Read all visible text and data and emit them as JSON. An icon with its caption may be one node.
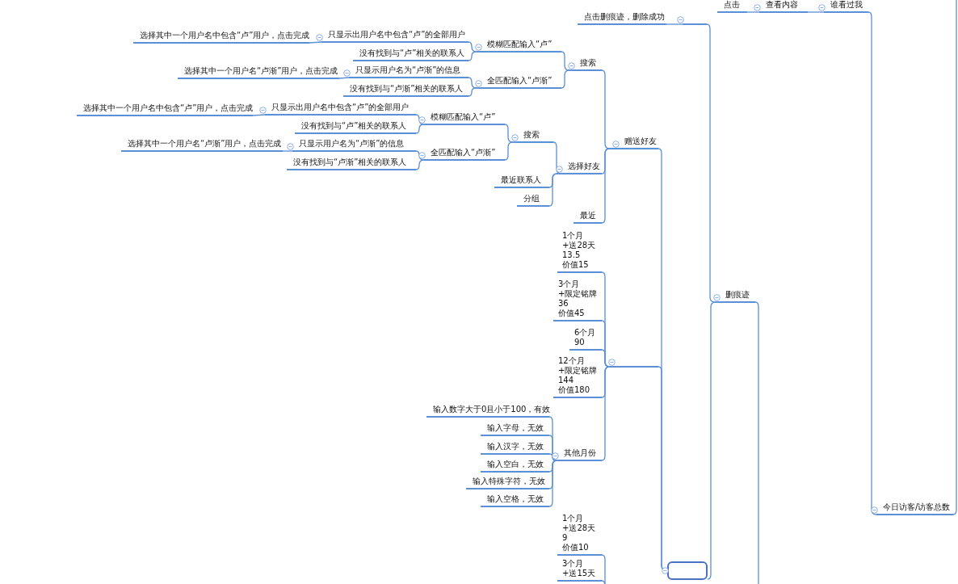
{
  "diagram": {
    "nodes": [
      {
        "text": [
          "谁看过我"
        ]
      },
      {
        "text": [
          "查看内容"
        ]
      },
      {
        "text": [
          "点击"
        ]
      },
      {
        "text": [
          "删痕迹"
        ]
      },
      {
        "text": [],
        "shape": "bar"
      },
      {
        "text": [
          "点击删痕迹，删除成功"
        ]
      },
      {
        "text": [],
        "shape": "box"
      },
      {
        "text": [
          "赠送好友"
        ]
      },
      {
        "text": [
          "搜索"
        ]
      },
      {
        "text": [
          "模糊匹配输入“卢”"
        ]
      },
      {
        "text": [
          "只显示出用户名中包含“卢”的全部用户"
        ]
      },
      {
        "text": [
          "选择其中一个用户名中包含“卢”用户，点击完成"
        ]
      },
      {
        "text": [
          "没有找到与“卢”相关的联系人"
        ]
      },
      {
        "text": [
          "全匹配输入“卢渐”"
        ]
      },
      {
        "text": [
          "只显示用户名为“卢渐”的信息"
        ]
      },
      {
        "text": [
          "选择其中一个用户名“卢渐”用户，点击完成"
        ]
      },
      {
        "text": [
          "没有找到与“卢渐”相关的联系人"
        ]
      },
      {
        "text": [
          "选择好友"
        ]
      },
      {
        "text": [
          "搜索"
        ]
      },
      {
        "text": [
          "模糊匹配输入“卢”"
        ]
      },
      {
        "text": [
          "只显示出用户名中包含“卢”的全部用户"
        ]
      },
      {
        "text": [
          "选择其中一个用户名中包含“卢”用户，点击完成"
        ]
      },
      {
        "text": [
          "没有找到与“卢”相关的联系人"
        ]
      },
      {
        "text": [
          "全匹配输入“卢渐”"
        ]
      },
      {
        "text": [
          "只显示用户名为“卢渐”的信息"
        ]
      },
      {
        "text": [
          "选择其中一个用户名“卢渐”用户，点击完成"
        ]
      },
      {
        "text": [
          "没有找到与“卢渐”相关的联系人"
        ]
      },
      {
        "text": [
          "最近联系人"
        ]
      },
      {
        "text": [
          "分组"
        ]
      },
      {
        "text": [
          "最近"
        ]
      },
      {
        "text": [],
        "shape": "bar"
      },
      {
        "text": [
          "1个月 +送28天 13.5 价值15"
        ]
      },
      {
        "text": [
          "3个月 +限定铭牌 36 价值45"
        ]
      },
      {
        "text": [
          "6个月 90"
        ]
      },
      {
        "text": [
          "12个月 +限定铭牌 144 价值180"
        ]
      },
      {
        "text": [
          "其他月份"
        ]
      },
      {
        "text": [
          "输入数字大于0且小于100，有效"
        ]
      },
      {
        "text": [
          "输入字母，无效"
        ]
      },
      {
        "text": [
          "输入汉字，无效"
        ]
      },
      {
        "text": [
          "输入空白，无效"
        ]
      },
      {
        "text": [
          "输入特殊字符，无效"
        ]
      },
      {
        "text": [
          "输入空格，无效"
        ]
      },
      {
        "text": [
          "1个月 +送28天 9 价值10"
        ]
      },
      {
        "text": [
          "3个月 +送15天"
        ]
      },
      {
        "text": [
          "今日访客/访客总数"
        ]
      }
    ],
    "edges": [
      {
        "from": 0,
        "to": 1,
        "arrow": "none"
      },
      {
        "from": 1,
        "to": 2,
        "arrow": "none"
      },
      {
        "from": 3,
        "to": 4,
        "arrow": "none"
      },
      {
        "from": 4,
        "to": 5,
        "arrow": "none"
      },
      {
        "from": 3,
        "to": 6,
        "arrow": "none"
      },
      {
        "from": 6,
        "to": 7,
        "arrow": "none"
      },
      {
        "from": 7,
        "to": 8,
        "arrow": "none"
      },
      {
        "from": 8,
        "to": 9,
        "arrow": "none"
      },
      {
        "from": 9,
        "to": 10,
        "arrow": "none"
      },
      {
        "from": 10,
        "to": 11,
        "arrow": "none"
      },
      {
        "from": 9,
        "to": 12,
        "arrow": "none"
      },
      {
        "from": 8,
        "to": 13,
        "arrow": "none"
      },
      {
        "from": 13,
        "to": 14,
        "arrow": "none"
      },
      {
        "from": 14,
        "to": 15,
        "arrow": "none"
      },
      {
        "from": 13,
        "to": 16,
        "arrow": "none"
      },
      {
        "from": 7,
        "to": 17,
        "arrow": "none"
      },
      {
        "from": 17,
        "to": 18,
        "arrow": "none"
      },
      {
        "from": 18,
        "to": 19,
        "arrow": "none"
      },
      {
        "from": 19,
        "to": 20,
        "arrow": "none"
      },
      {
        "from": 20,
        "to": 21,
        "arrow": "none"
      },
      {
        "from": 19,
        "to": 22,
        "arrow": "none"
      },
      {
        "from": 18,
        "to": 23,
        "arrow": "none"
      },
      {
        "from": 23,
        "to": 24,
        "arrow": "none"
      },
      {
        "from": 24,
        "to": 25,
        "arrow": "none"
      },
      {
        "from": 23,
        "to": 26,
        "arrow": "none"
      },
      {
        "from": 17,
        "to": 27,
        "arrow": "none"
      },
      {
        "from": 17,
        "to": 28,
        "arrow": "none"
      },
      {
        "from": 7,
        "to": 29,
        "arrow": "none"
      },
      {
        "from": 6,
        "to": 30,
        "arrow": "none"
      },
      {
        "from": 30,
        "to": 31,
        "arrow": "none"
      },
      {
        "from": 30,
        "to": 32,
        "arrow": "none"
      },
      {
        "from": 30,
        "to": 33,
        "arrow": "none"
      },
      {
        "from": 30,
        "to": 34,
        "arrow": "none"
      },
      {
        "from": 30,
        "to": 35,
        "arrow": "none"
      },
      {
        "from": 35,
        "to": 36,
        "arrow": "none"
      },
      {
        "from": 35,
        "to": 37,
        "arrow": "none"
      },
      {
        "from": 35,
        "to": 38,
        "arrow": "none"
      },
      {
        "from": 35,
        "to": 39,
        "arrow": "none"
      },
      {
        "from": 35,
        "to": 40,
        "arrow": "none"
      },
      {
        "from": 35,
        "to": 41,
        "arrow": "none"
      },
      {
        "from": null,
        "to": 42,
        "arrow": "none"
      },
      {
        "from": null,
        "to": 43,
        "arrow": "none"
      },
      {
        "from": 44,
        "to": 0,
        "arrow": "none"
      },
      {
        "from": null,
        "to": 44,
        "arrow": "none"
      },
      {
        "from": null,
        "to": 3,
        "arrow": "none"
      }
    ]
  }
}
